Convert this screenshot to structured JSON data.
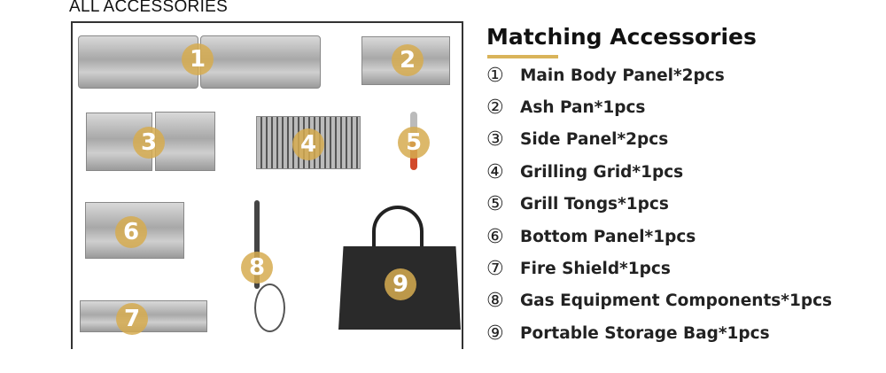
{
  "left_title": "ALL ACCESSORIES",
  "badges": [
    "1",
    "2",
    "3",
    "4",
    "5",
    "6",
    "7",
    "8",
    "9"
  ],
  "heading": "Matching Accessories",
  "accent_color": "#d9b45a",
  "items": [
    {
      "num": "①",
      "label": "Main Body Panel*2pcs"
    },
    {
      "num": "②",
      "label": "Ash Pan*1pcs"
    },
    {
      "num": "③",
      "label": "Side Panel*2pcs"
    },
    {
      "num": "④",
      "label": "Grilling Grid*1pcs"
    },
    {
      "num": "⑤",
      "label": "Grill Tongs*1pcs"
    },
    {
      "num": "⑥",
      "label": "Bottom Panel*1pcs"
    },
    {
      "num": "⑦",
      "label": "Fire Shield*1pcs"
    },
    {
      "num": "⑧",
      "label": "Gas Equipment Components*1pcs"
    },
    {
      "num": "⑨",
      "label": "Portable Storage Bag*1pcs"
    }
  ]
}
